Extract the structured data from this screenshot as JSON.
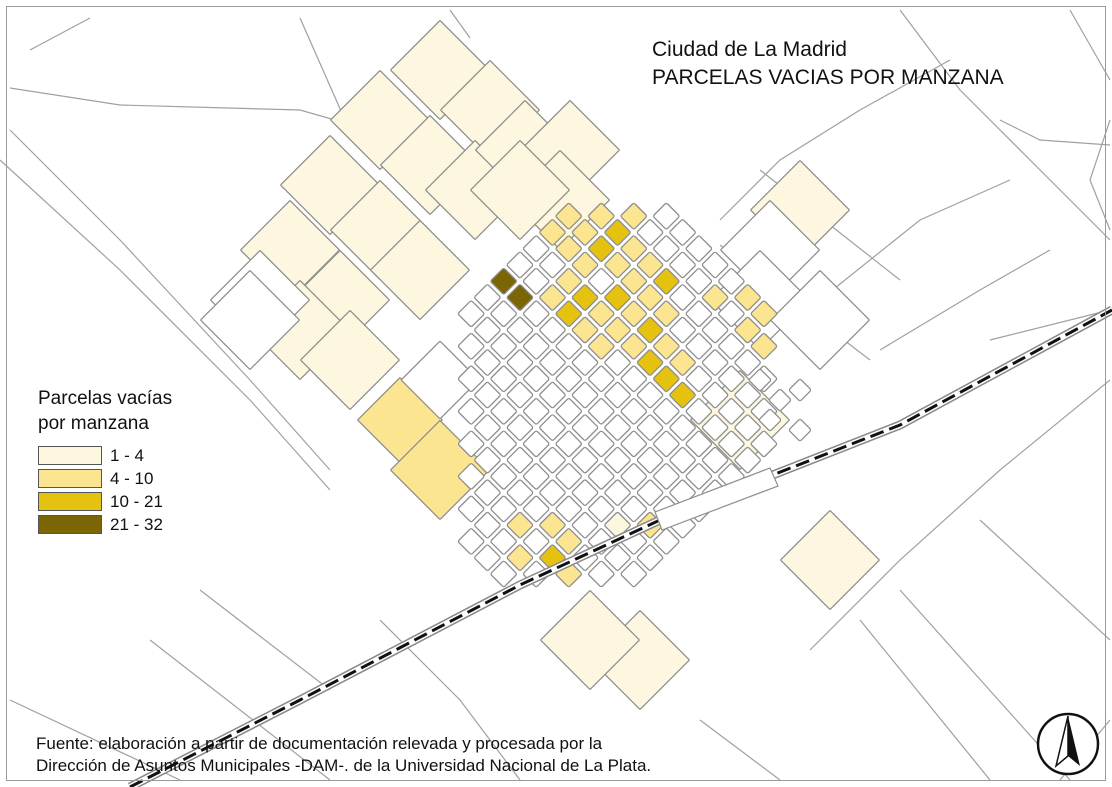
{
  "title": {
    "line1": "Ciudad de La Madrid",
    "line2": "PARCELAS VACIAS POR MANZANA"
  },
  "legend": {
    "title_line1": "Parcelas vacías",
    "title_line2": "por manzana",
    "classes": [
      {
        "label": "1 - 4",
        "color": "#fdf7e0"
      },
      {
        "label": "4 - 10",
        "color": "#fce590"
      },
      {
        "label": "10 - 21",
        "color": "#e6c210"
      },
      {
        "label": "21 - 32",
        "color": "#7b6505"
      }
    ]
  },
  "source": {
    "line1": "Fuente: elaboración a partir de documentación  relevada y procesada por la",
    "line2": "Dirección de Asuntos Municipales -DAM-. de la Universidad Nacional de La Plata."
  },
  "colors": {
    "block_outline": "#8e8e8e",
    "street_line": "#a0a0a0",
    "railway": "#111111",
    "empty_block": "#ffffff"
  },
  "north_arrow": {
    "icon": "north-arrow-icon"
  }
}
